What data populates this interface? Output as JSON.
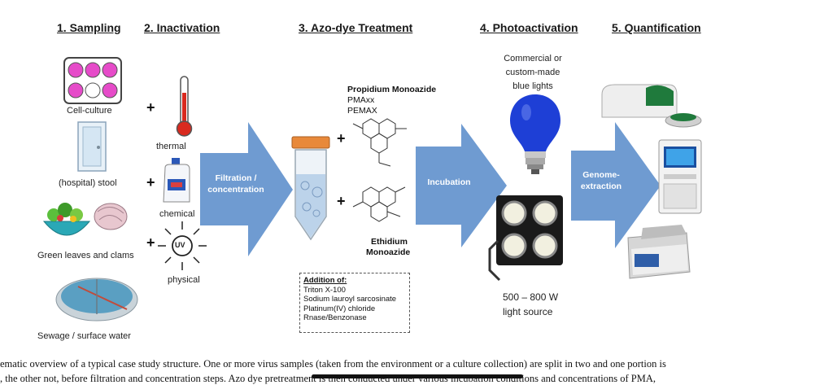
{
  "headers": {
    "sampling": "1. Sampling",
    "inactivation": "2. Inactivation",
    "azo": "3. Azo-dye Treatment",
    "photo": "4. Photoactivation",
    "quant": "5. Quantification"
  },
  "samples": {
    "cell_culture": "Cell-culture",
    "stool": "(hospital) stool",
    "greens": "Green leaves and clams",
    "sewage": "Sewage / surface water"
  },
  "inactivation": {
    "thermal": "thermal",
    "chemical": "chemical",
    "physical": "physical",
    "uv": "UV"
  },
  "arrows": {
    "filtration": "Filtration / concentration",
    "incubation": "Incubation",
    "genome": "Genome-extraction"
  },
  "dyes": {
    "pma_title": "Propidium Monoazide",
    "pma_1": "PMAxx",
    "pma_2": "PEMAX",
    "ema_1": "Ethidium",
    "ema_2": "Monoazide"
  },
  "addition": {
    "title": "Addition of:",
    "items": [
      "Triton X-100",
      "Sodium lauroyl sarcosinate",
      "Platinum(IV) chloride",
      "Rnase/Benzonase"
    ]
  },
  "photo": {
    "lights_1": "Commercial or",
    "lights_2": "custom-made",
    "lights_3": "blue lights",
    "source_1": "500 – 800 W",
    "source_2": "light source"
  },
  "plus": "+",
  "caption": {
    "line1": "ematic overview of a typical case study structure. One or more virus samples (taken from the environment or a culture collection) are split in two and one portion is",
    "line2": ", the other not, before filtration and concentration steps. Azo dye pretreatment is then conducted under various incubation conditions and concentrations of PMA,"
  },
  "colors": {
    "arrow": "#6f9bd1",
    "well_pink": "#e64bc9",
    "bulb_blue": "#1e3fd6",
    "thermo_red": "#d92a1f"
  }
}
